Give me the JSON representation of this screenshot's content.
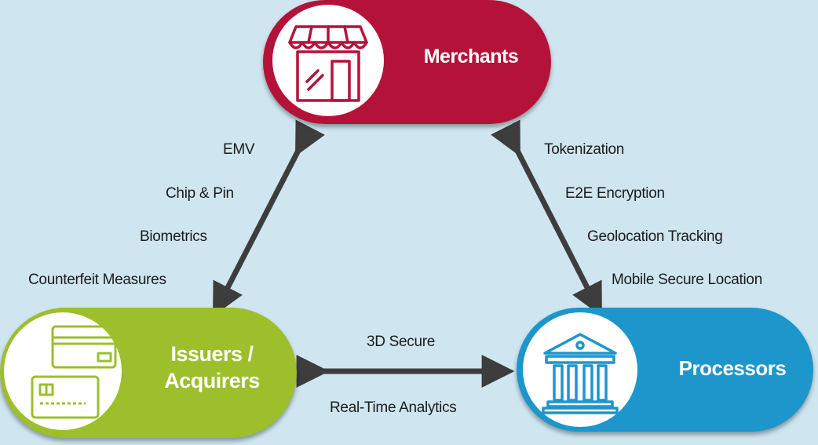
{
  "colors": {
    "background": "#cfe6f1",
    "merchants": "#b5123a",
    "issuers": "#9cbf2b",
    "processors": "#1d96cc",
    "arrow": "#3d3d3d"
  },
  "nodes": {
    "merchants": {
      "label": "Merchants",
      "icon": "storefront-icon"
    },
    "issuers": {
      "label_line1": "Issuers /",
      "label_line2": "Acquirers",
      "icon": "credit-cards-icon"
    },
    "processors": {
      "label": "Processors",
      "icon": "bank-building-icon"
    }
  },
  "edges": {
    "merchants_issuers": {
      "labels": [
        "EMV",
        "Chip & Pin",
        "Biometrics",
        "Counterfeit Measures"
      ]
    },
    "merchants_processors": {
      "labels": [
        "Tokenization",
        "E2E Encryption",
        "Geolocation Tracking",
        "Mobile Secure Location"
      ]
    },
    "issuers_processors": {
      "labels": [
        "3D Secure",
        "Real-Time Analytics"
      ]
    }
  }
}
